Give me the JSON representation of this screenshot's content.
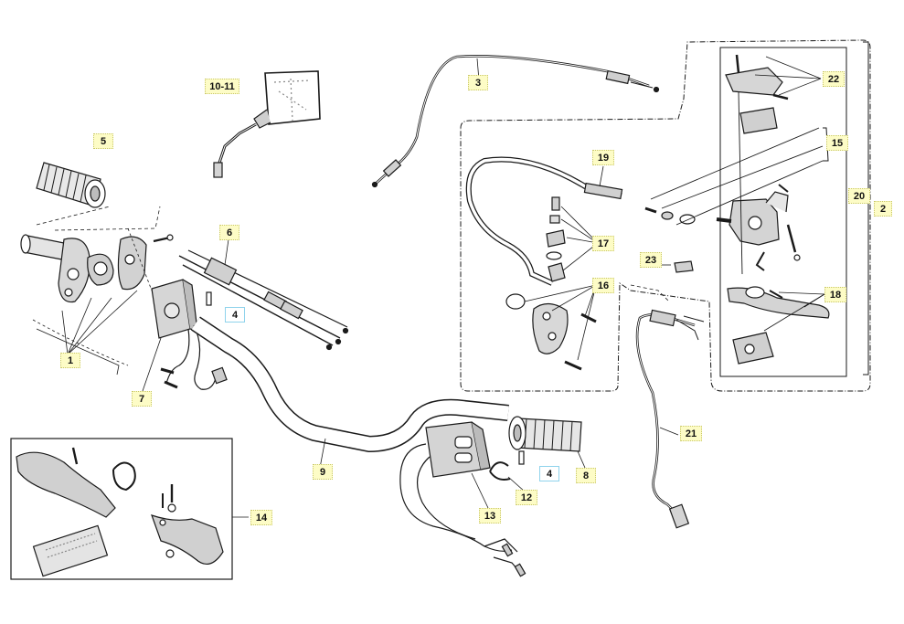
{
  "parts": {
    "p1": "1",
    "p2": "2",
    "p3": "3",
    "p4a": "4",
    "p4b": "4",
    "p5": "5",
    "p6": "6",
    "p7": "7",
    "p8": "8",
    "p9": "9",
    "p10_11": "10-11",
    "p12": "12",
    "p13": "13",
    "p14": "14",
    "p15": "15",
    "p16": "16",
    "p17": "17",
    "p18": "18",
    "p19": "19",
    "p20": "20",
    "p21": "21",
    "p22": "22",
    "p23": "23"
  },
  "colors": {
    "line": "#1a1a1a",
    "part_fill": "#d4d4d4",
    "label_fill": "#fdfcc6",
    "label_alt_border": "#8fd3ec"
  }
}
